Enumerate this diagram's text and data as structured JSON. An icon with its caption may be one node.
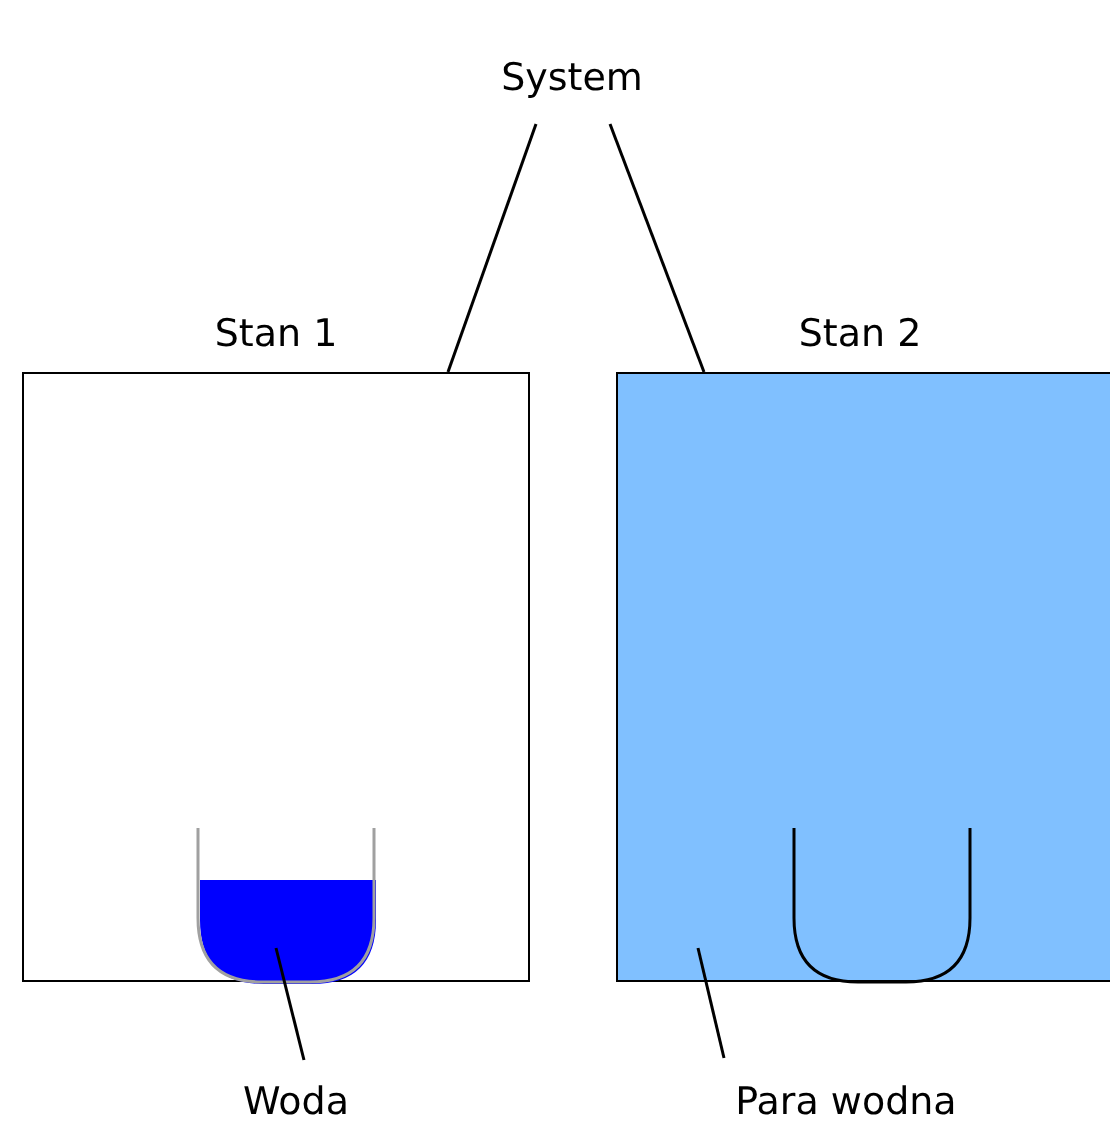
{
  "diagram": {
    "nodes": [
      {
        "text": [
          "System"
        ]
      },
      {
        "text": [
          "Stan 1"
        ]
      },
      {
        "text": [],
        "shape": "box",
        "in": 1
      },
      {
        "text": [
          "Stan 2"
        ]
      },
      {
        "text": [
          "Woda"
        ]
      },
      {
        "text": [
          "Para wodna"
        ]
      }
    ],
    "edges": [
      {
        "from": 0,
        "to": 1,
        "arrow": "none"
      },
      {
        "from": 0,
        "to": 3,
        "arrow": "none"
      },
      {
        "from": 4,
        "to": 2,
        "arrow": "none"
      },
      {
        "from": 5,
        "to": 3,
        "arrow": "none"
      }
    ]
  }
}
